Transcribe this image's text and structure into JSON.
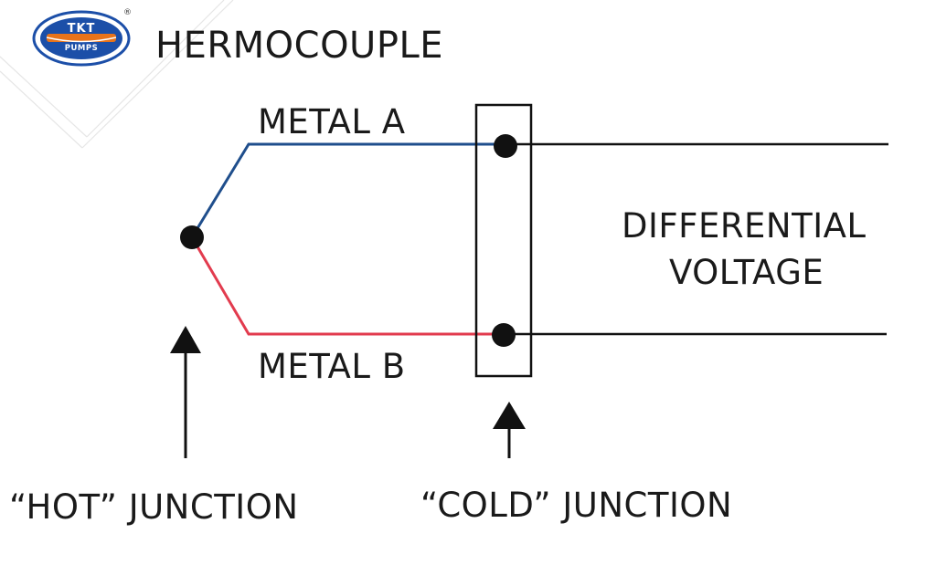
{
  "logo": {
    "top": "TKT",
    "bottom": "PUMPS",
    "mark": "®"
  },
  "title": "HERMOCOUPLE",
  "labels": {
    "metal_a": "METAL A",
    "metal_b": "METAL B",
    "differential_line1": "DIFFERENTIAL",
    "differential_line2": "VOLTAGE",
    "hot_junction": "“HOT” JUNCTION",
    "cold_junction": "“COLD” JUNCTION"
  },
  "colors": {
    "metal_a": "#1f4e8c",
    "metal_b": "#e23b4e",
    "wire": "#111111",
    "logo_blue": "#1c4fa8",
    "logo_orange": "#e8731a"
  }
}
